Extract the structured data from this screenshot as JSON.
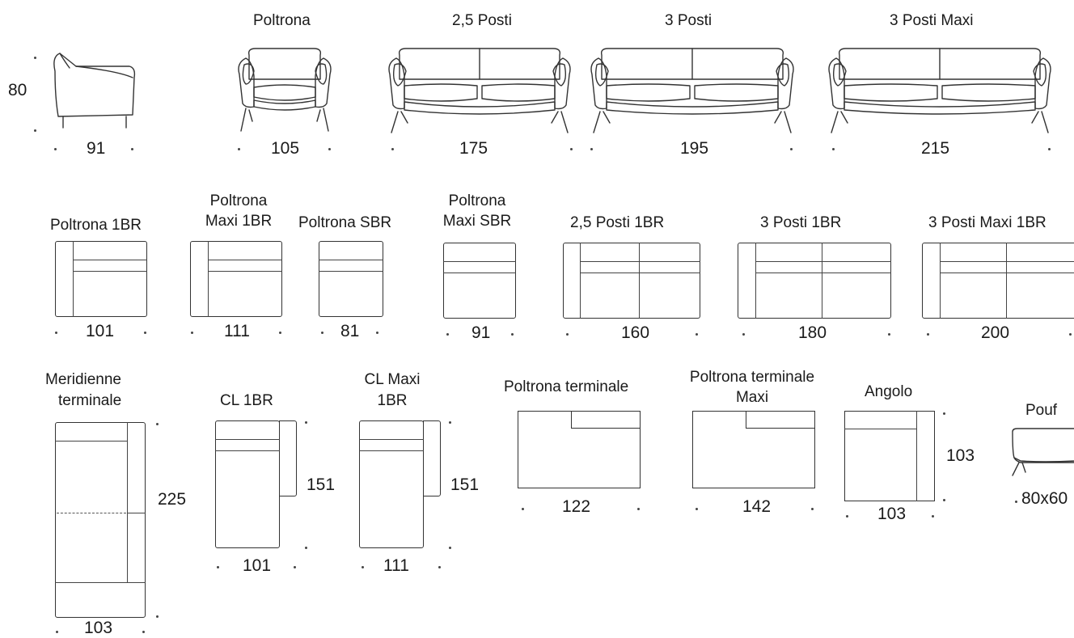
{
  "title": "Oasi",
  "top_row": {
    "side_view": {
      "height": "80",
      "width": "91"
    },
    "models": [
      {
        "name": "Poltrona",
        "width": "105"
      },
      {
        "name": "2,5 Posti",
        "width": "175"
      },
      {
        "name": "3 Posti",
        "width": "195"
      },
      {
        "name": "3 Posti Maxi",
        "width": "215"
      }
    ]
  },
  "middle_row": [
    {
      "name": "Poltrona 1BR",
      "width": "101"
    },
    {
      "name_line1": "Poltrona",
      "name_line2": "Maxi 1BR",
      "width": "111"
    },
    {
      "name": "Poltrona SBR",
      "width": "81"
    },
    {
      "name_line1": "Poltrona",
      "name_line2": "Maxi SBR",
      "width": "91"
    },
    {
      "name": "2,5 Posti 1BR",
      "width": "160"
    },
    {
      "name": "3 Posti 1BR",
      "width": "180"
    },
    {
      "name": "3 Posti Maxi 1BR",
      "width": "200"
    }
  ],
  "bottom_row": {
    "meridienne": {
      "name_line1": "Meridienne",
      "name_line2": "terminale",
      "width": "103",
      "length": "225"
    },
    "cl_1br": {
      "name": "CL 1BR",
      "width": "101",
      "length": "151"
    },
    "cl_maxi_1br": {
      "name_line1": "CL Maxi",
      "name_line2": "1BR",
      "width": "111",
      "length": "151"
    },
    "poltrona_terminale": {
      "name": "Poltrona terminale",
      "width": "122"
    },
    "poltrona_terminale_maxi": {
      "name_line1": "Poltrona terminale",
      "name_line2": "Maxi",
      "width": "142"
    },
    "angolo": {
      "name": "Angolo",
      "width": "103",
      "depth": "103"
    },
    "pouf": {
      "name": "Pouf",
      "size": "80x60"
    }
  }
}
